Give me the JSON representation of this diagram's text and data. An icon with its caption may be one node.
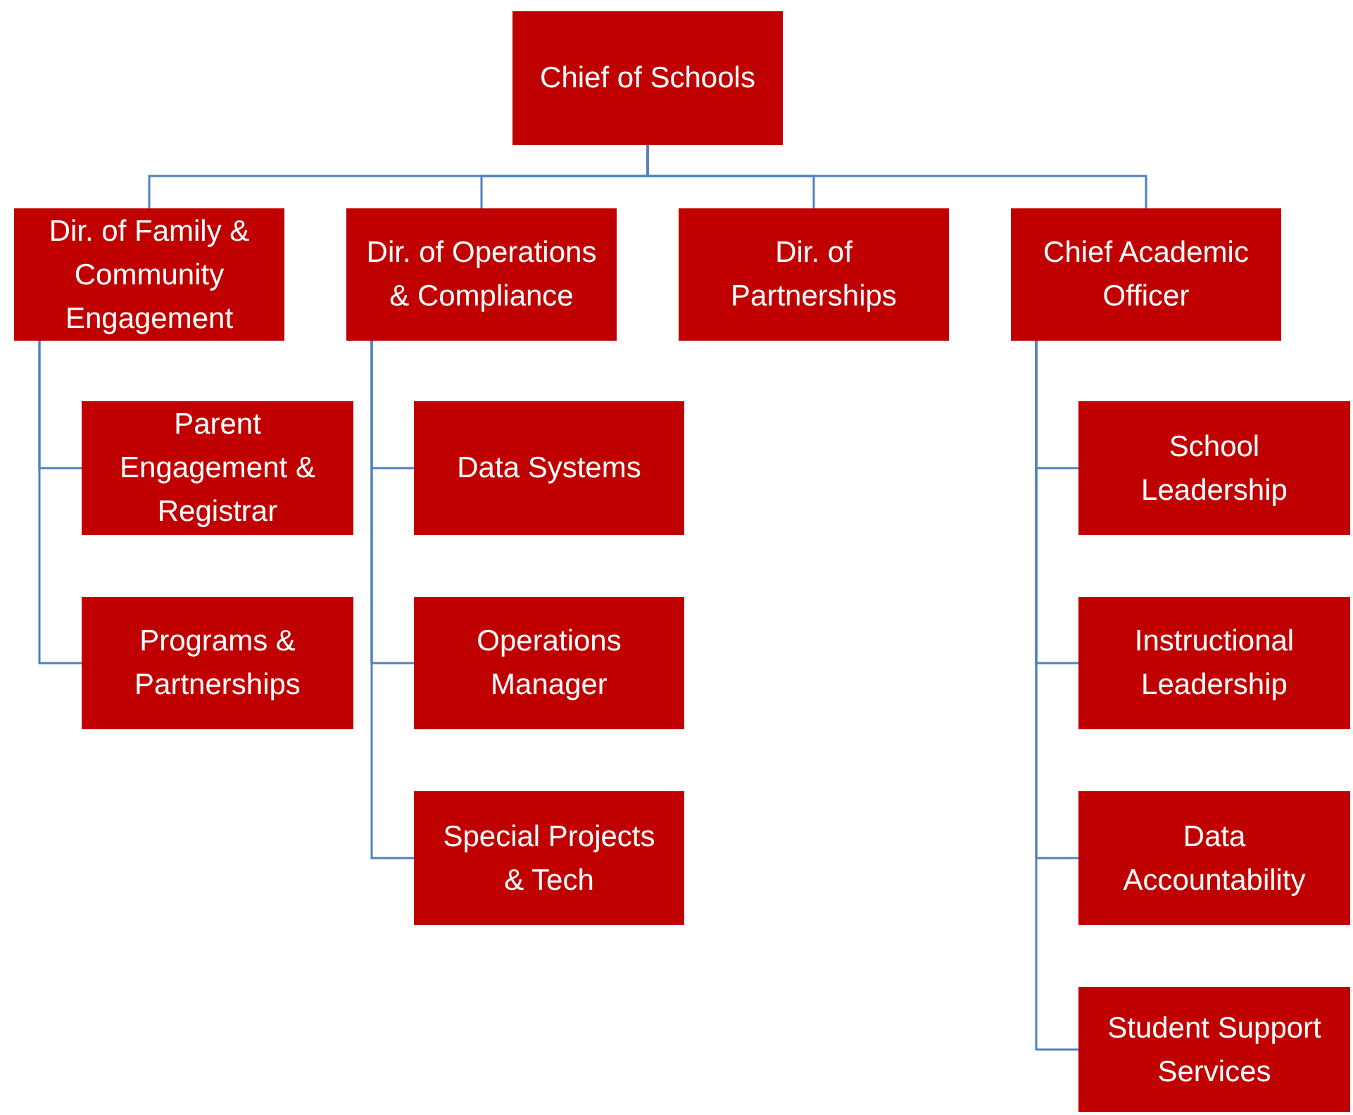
{
  "diagram": {
    "nodes": [
      {
        "text": [
          "Chief of Schools"
        ]
      },
      {
        "text": [
          "Dir. of Family & Community Engagement"
        ]
      },
      {
        "text": [
          "Dir. of Operations & Compliance"
        ]
      },
      {
        "text": [
          "Dir. of Partnerships"
        ]
      },
      {
        "text": [
          "Chief Academic Officer"
        ]
      },
      {
        "text": [
          "Parent Engagement & Registrar"
        ]
      },
      {
        "text": [
          "Programs & Partnerships"
        ]
      },
      {
        "text": [
          "Data Systems"
        ]
      },
      {
        "text": [
          "Operations Manager"
        ]
      },
      {
        "text": [
          "Special Projects & Tech"
        ]
      },
      {
        "text": [
          "School Leadership"
        ]
      },
      {
        "text": [
          "Instructional Leadership"
        ]
      },
      {
        "text": [
          "Data Accountability"
        ]
      },
      {
        "text": [
          "Student Support Services"
        ]
      }
    ],
    "edges": [
      {
        "from": 0,
        "to": 1,
        "arrow": "none"
      },
      {
        "from": 0,
        "to": 2,
        "arrow": "none"
      },
      {
        "from": 0,
        "to": 3,
        "arrow": "none"
      },
      {
        "from": 0,
        "to": 4,
        "arrow": "none"
      },
      {
        "from": 1,
        "to": 5,
        "arrow": "none"
      },
      {
        "from": 1,
        "to": 6,
        "arrow": "none"
      },
      {
        "from": 2,
        "to": 7,
        "arrow": "none"
      },
      {
        "from": 2,
        "to": 8,
        "arrow": "none"
      },
      {
        "from": 2,
        "to": 9,
        "arrow": "none"
      },
      {
        "from": 4,
        "to": 10,
        "arrow": "none"
      },
      {
        "from": 4,
        "to": 11,
        "arrow": "none"
      },
      {
        "from": 4,
        "to": 12,
        "arrow": "none"
      },
      {
        "from": 4,
        "to": 13,
        "arrow": "none"
      }
    ]
  }
}
